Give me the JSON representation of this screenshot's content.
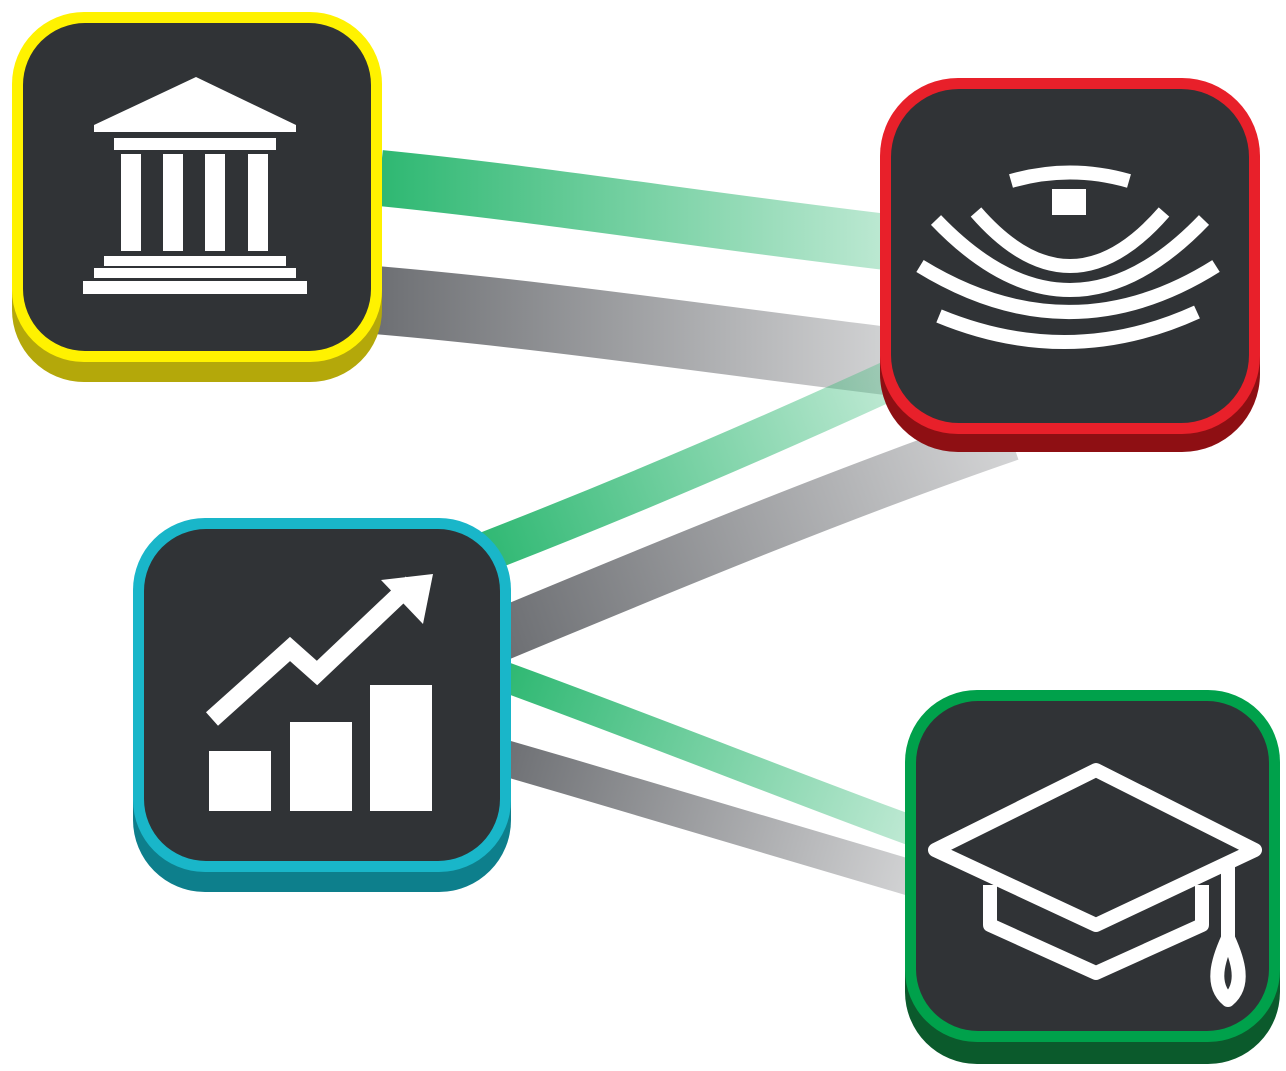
{
  "colors": {
    "tile_fill": "#303336",
    "glyph": "#ffffff",
    "green_link": "#2eb872",
    "gray_link": "#6e7074"
  },
  "nodes": [
    {
      "id": "institution",
      "icon": "bank-building-icon",
      "border": "#fff200",
      "shadow": "#b4a80a"
    },
    {
      "id": "signal",
      "icon": "wireless-signal-icon",
      "border": "#e8202a",
      "shadow": "#8e0f13"
    },
    {
      "id": "growth",
      "icon": "growth-chart-icon",
      "border": "#19b6c9",
      "shadow": "#0d7f8c"
    },
    {
      "id": "education",
      "icon": "graduation-cap-icon",
      "border": "#00a14b",
      "shadow": "#0b5a2c"
    }
  ],
  "links": [
    {
      "from": "institution",
      "to": "signal",
      "kind": "green"
    },
    {
      "from": "institution",
      "to": "signal",
      "kind": "gray"
    },
    {
      "from": "growth",
      "to": "signal",
      "kind": "green"
    },
    {
      "from": "growth",
      "to": "signal",
      "kind": "gray"
    },
    {
      "from": "growth",
      "to": "education",
      "kind": "green"
    },
    {
      "from": "growth",
      "to": "education",
      "kind": "gray"
    }
  ]
}
